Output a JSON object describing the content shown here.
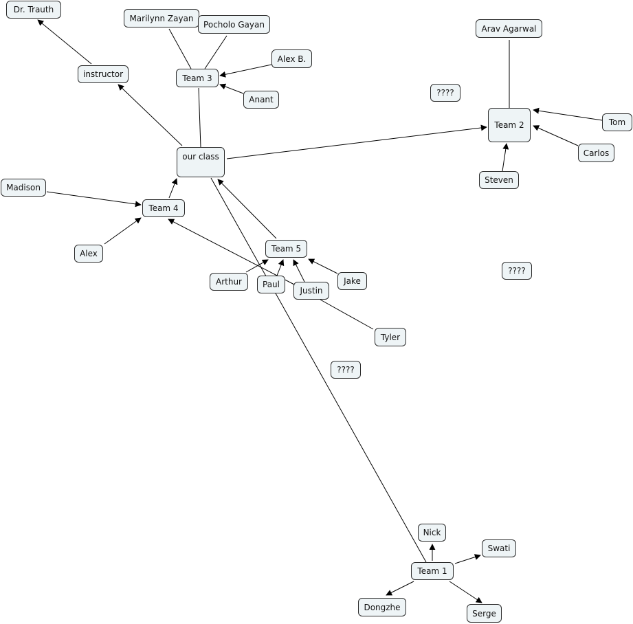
{
  "nodes": {
    "dr_trauth": "Dr. Trauth",
    "instructor": "instructor",
    "marilynn": "Marilynn Zayan",
    "pocholo": "Pocholo Gayan",
    "alex_b": "Alex B.",
    "team3": "Team 3",
    "anant": "Anant",
    "q1": "????",
    "arav": "Arav Agarwal",
    "team2": "Team 2",
    "tom": "Tom",
    "carlos": "Carlos",
    "steven": "Steven",
    "our_class": "our class",
    "madison": "Madison",
    "team4": "Team 4",
    "alex": "Alex",
    "team5": "Team 5",
    "arthur": "Arthur",
    "paul": "Paul",
    "justin": "Justin",
    "jake": "Jake",
    "tyler": "Tyler",
    "q2": "????",
    "q3": "????",
    "nick": "Nick",
    "swati": "Swati",
    "team1": "Team 1",
    "dongzhe": "Dongzhe",
    "serge": "Serge"
  }
}
